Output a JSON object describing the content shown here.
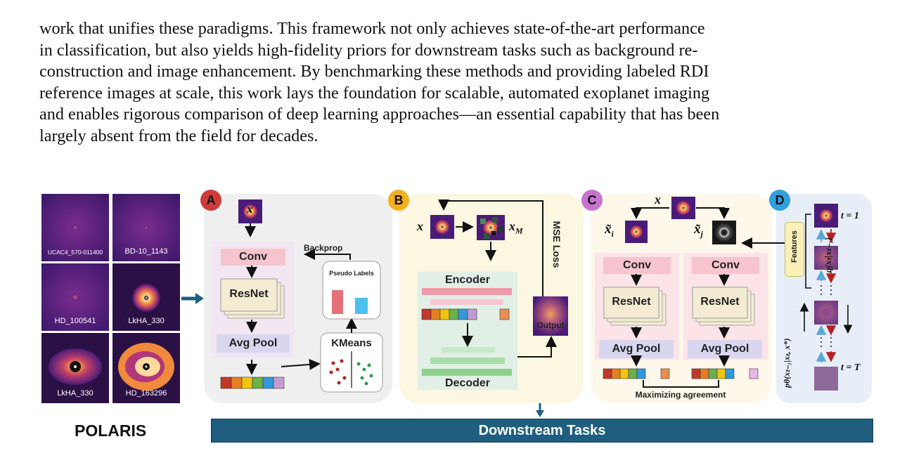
{
  "paragraph": {
    "lines": [
      "work that unifies these paradigms. This framework not only achieves state-of-the-art performance",
      "in classification, but also yields high-fidelity priors for downstream tasks such as background re-",
      "construction and image enhancement. By benchmarking these methods and providing labeled RDI",
      "reference images at scale, this work lays the foundation for scalable, automated exoplanet imaging",
      "and enables rigorous comparison of deep learning approaches—an essential capability that has been",
      "largely absent from the field for decades."
    ]
  },
  "polaris": {
    "label": "POLARIS",
    "tiles": [
      "UCAC4_570-011400",
      "BD-10_1143",
      "HD_100541",
      "LkHA_330",
      "LkHA_330",
      "HD_163296"
    ]
  },
  "panels": {
    "a": {
      "badge": "A",
      "input": "x",
      "conv": "Conv",
      "resnet": "ResNet",
      "pool": "Avg Pool",
      "backprop": "Backprop",
      "pseudo_labels": "Pseudo Labels",
      "kmeans": "KMeans"
    },
    "b": {
      "badge": "B",
      "input": "x",
      "masked": "x",
      "masked_sub": "M",
      "encoder": "Encoder",
      "decoder": "Decoder",
      "output": "Output",
      "loss": "MSE Loss"
    },
    "c": {
      "badge": "C",
      "input": "x",
      "view_i": "x̃",
      "view_i_sub": "i",
      "view_j": "x̃",
      "view_j_sub": "j",
      "conv": "Conv",
      "resnet": "ResNet",
      "pool": "Avg Pool",
      "agreement": "Maximizing agreement"
    },
    "d": {
      "badge": "D",
      "t_first": "t = 1",
      "t_last": "t = T",
      "features": "Features",
      "q_label": "q(xₜ|xₜ₋₁)",
      "p_label": "pθ(xₜ₋₁|xₜ, x*)"
    }
  },
  "downstream": {
    "label": "Downstream Tasks"
  },
  "colors": {
    "accent_blue": "#1f5e7e",
    "badge_a": "#cf3b3b",
    "badge_b": "#f2b01e",
    "badge_c": "#c675cf",
    "badge_d": "#2f9fe0",
    "conv_pink": "#f6c4cd",
    "pool_lavender": "#d9d6f0",
    "resnet_cream": "#f3ecd3"
  }
}
